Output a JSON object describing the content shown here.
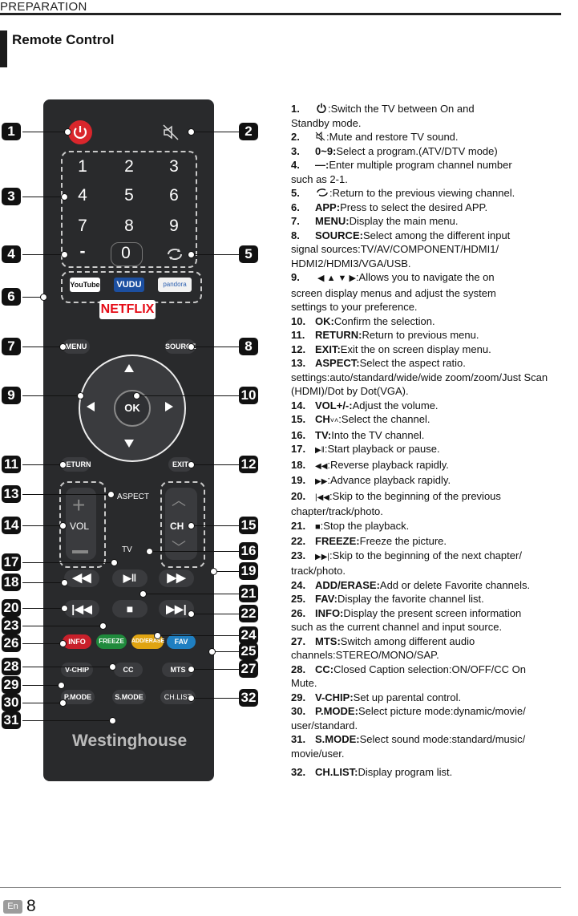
{
  "header": {
    "section": "PREPARATION",
    "title": "Remote Control"
  },
  "footer": {
    "lang": "En",
    "page": "8"
  },
  "remote": {
    "digits": [
      "1",
      "2",
      "3",
      "4",
      "5",
      "6",
      "7",
      "8",
      "9",
      "0"
    ],
    "dash_key": "-",
    "app_youtube": "YouTube",
    "app_vudu": "VUDU",
    "app_pandora": "pandora",
    "netflix": "NETFLIX",
    "menu": "MENU",
    "source": "SOURCE",
    "ok": "OK",
    "return": "RETURN",
    "exit": "EXIT",
    "aspect": "ASPECT",
    "vol": "VOL",
    "ch": "CH",
    "tv": "TV",
    "info": "INFO",
    "freeze": "FREEZE",
    "add_erase": "ADD/ERASE",
    "fav": "FAV",
    "vchip": "V-CHIP",
    "cc": "CC",
    "mts": "MTS",
    "pmode": "P.MODE",
    "smode": "S.MODE",
    "chlist": "CH.LIST",
    "brand": "Westinghouse",
    "colors": {
      "body": "#292a2c",
      "power": "#d9262c",
      "info": "#c8202b",
      "freeze": "#1f8a3c",
      "add_erase": "#e0a412",
      "fav": "#1f7fc1",
      "netflix": "#e50914"
    }
  },
  "badges": [
    "1",
    "2",
    "3",
    "4",
    "5",
    "6",
    "7",
    "8",
    "9",
    "10",
    "11",
    "12",
    "13",
    "14",
    "15",
    "16",
    "17",
    "18",
    "19",
    "20",
    "21",
    "22",
    "23",
    "24",
    "25",
    "26",
    "27",
    "28",
    "29",
    "30",
    "31",
    "32"
  ],
  "items": [
    {
      "num": "1.",
      "key": "",
      "text": ":Switch the TV between On and",
      "cont": "Standby mode."
    },
    {
      "num": "2.",
      "key": "",
      "text": ":Mute and restore TV sound."
    },
    {
      "num": "3.",
      "key": "0~9:",
      "text": "Select a program.(ATV/DTV mode)"
    },
    {
      "num": "4.",
      "key": "—:",
      "text": "Enter multiple program channel number",
      "cont": "such as 2-1."
    },
    {
      "num": "5.",
      "key": "",
      "text": ":Return to the previous viewing channel."
    },
    {
      "num": "6.",
      "key": "APP:",
      "text": "Press to select the desired APP."
    },
    {
      "num": "7.",
      "key": "MENU:",
      "text": "Display the main menu."
    },
    {
      "num": "8.",
      "key": "SOURCE:",
      "text": "Select among the different input",
      "cont": "signal sources:TV/AV/COMPONENT/HDMI1/\nHDMI2/HDMI3/VGA/USB."
    },
    {
      "num": "9.",
      "key": "",
      "text": ":Allows you to navigate the on",
      "cont": "screen display menus and adjust the system\nsettings to your preference."
    },
    {
      "num": "10.",
      "key": "OK:",
      "text": "Confirm the selection."
    },
    {
      "num": "11.",
      "key": "RETURN:",
      "text": "Return to previous menu."
    },
    {
      "num": "12.",
      "key": "EXIT:",
      "text": "Exit the on screen display menu."
    },
    {
      "num": "13.",
      "key": "ASPECT:",
      "text": "Select the aspect ratio.",
      "cont": "settings:auto/standard/wide/wide zoom/zoom/Just Scan\n(HDMI)/Dot by Dot(VGA)."
    },
    {
      "num": "14.",
      "key": "VOL+/-:",
      "text": "Adjust the volume."
    },
    {
      "num": "15.",
      "key": "CH",
      "text": ":Select the channel."
    },
    {
      "num": "16.",
      "key": "TV:",
      "text": "Into the TV channel."
    },
    {
      "num": "17.",
      "key": "",
      "text": ":Start playback or pause."
    },
    {
      "num": "18.",
      "key": "",
      "text": ":Reverse playback rapidly."
    },
    {
      "num": "19.",
      "key": "",
      "text": ":Advance playback rapidly."
    },
    {
      "num": "20.",
      "key": "",
      "text": ":Skip to the beginning of the previous",
      "cont": "chapter/track/photo."
    },
    {
      "num": "21.",
      "key": "",
      "text": ":Stop the playback."
    },
    {
      "num": "22.",
      "key": "FREEZE:",
      "text": "Freeze the picture."
    },
    {
      "num": "23.",
      "key": "",
      "text": ":Skip to the beginning of the next chapter/",
      "cont": "track/photo."
    },
    {
      "num": "24.",
      "key": "ADD/ERASE:",
      "text": "Add or delete Favorite channels."
    },
    {
      "num": "25.",
      "key": "FAV:",
      "text": "Display the favorite channel list."
    },
    {
      "num": "26.",
      "key": "INFO:",
      "text": "Display the present screen information",
      "cont": "such as the current channel and input source."
    },
    {
      "num": "27.",
      "key": "MTS:",
      "text": "Switch among different audio",
      "cont": "channels:STEREO/MONO/SAP."
    },
    {
      "num": "28.",
      "key": "CC:",
      "text": "Closed Caption selection:ON/OFF/CC On",
      "cont": "Mute."
    },
    {
      "num": "29.",
      "key": "V-CHIP:",
      "text": "Set up parental control."
    },
    {
      "num": "30.",
      "key": "P.MODE:",
      "text": "Select picture mode:dynamic/movie/",
      "cont": "user/standard."
    },
    {
      "num": "31.",
      "key": "S.MODE:",
      "text": "Select sound mode:standard/music/",
      "cont": "movie/user."
    },
    {
      "num": "32.",
      "key": "CH.LIST:",
      "text": "Display program list."
    }
  ]
}
